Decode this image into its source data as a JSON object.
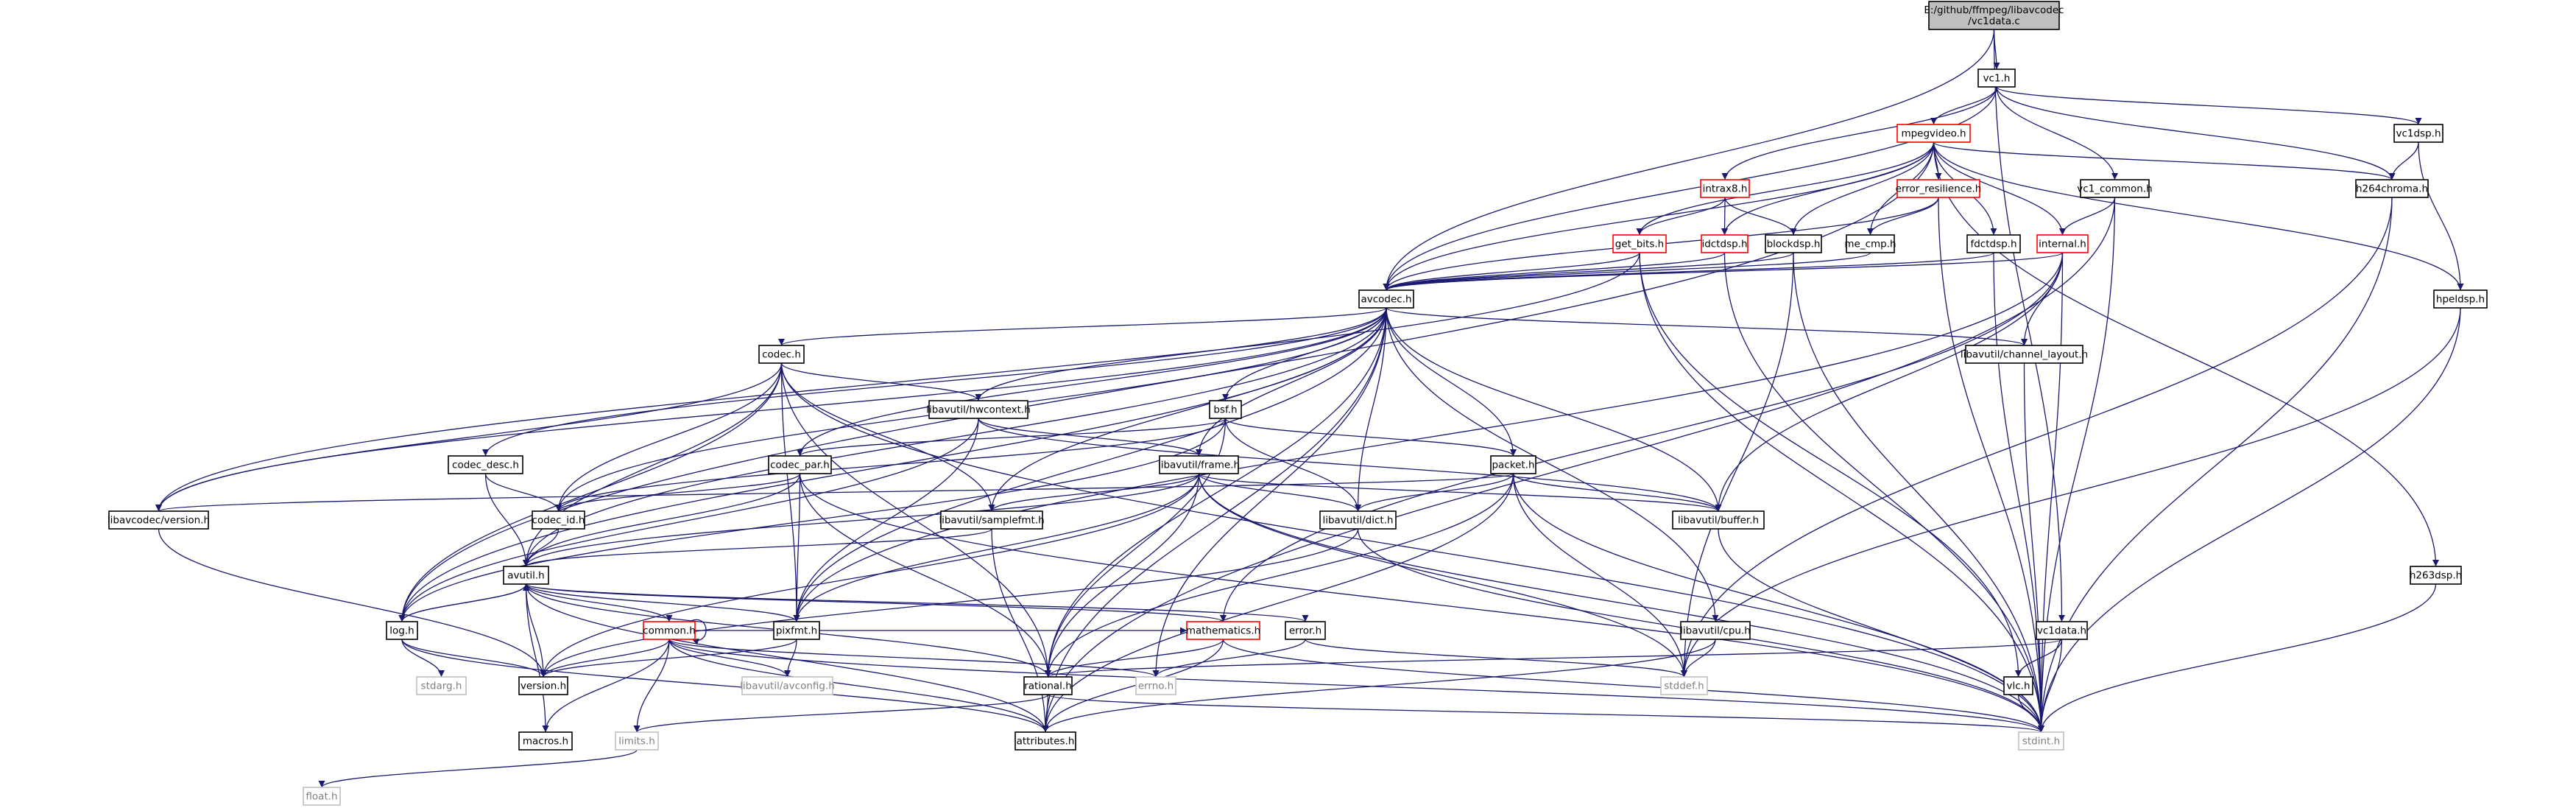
{
  "graph": {
    "root": [
      "E:/github/ffmpeg/libavcodec",
      "/vc1data.c"
    ],
    "nodes": {
      "root": {
        "label": [
          "E:/github/ffmpeg/libavcodec",
          "/vc1data.c"
        ],
        "style": "root"
      },
      "vc1h": {
        "label": [
          "vc1.h"
        ],
        "style": "normal"
      },
      "mpegvideo": {
        "label": [
          "mpegvideo.h"
        ],
        "style": "red"
      },
      "vc1dsp": {
        "label": [
          "vc1dsp.h"
        ],
        "style": "normal"
      },
      "intrax8": {
        "label": [
          "intrax8.h"
        ],
        "style": "red"
      },
      "errres": {
        "label": [
          "error_resilience.h"
        ],
        "style": "red"
      },
      "vc1common": {
        "label": [
          "vc1_common.h"
        ],
        "style": "normal"
      },
      "h264chroma": {
        "label": [
          "h264chroma.h"
        ],
        "style": "normal"
      },
      "getbits": {
        "label": [
          "get_bits.h"
        ],
        "style": "red"
      },
      "idctdsp": {
        "label": [
          "idctdsp.h"
        ],
        "style": "red"
      },
      "blockdsp": {
        "label": [
          "blockdsp.h"
        ],
        "style": "normal"
      },
      "mecmp": {
        "label": [
          "me_cmp.h"
        ],
        "style": "normal"
      },
      "fdctdsp": {
        "label": [
          "fdctdsp.h"
        ],
        "style": "normal"
      },
      "internal": {
        "label": [
          "internal.h"
        ],
        "style": "red"
      },
      "hpeldsp": {
        "label": [
          "hpeldsp.h"
        ],
        "style": "normal"
      },
      "avcodec": {
        "label": [
          "avcodec.h"
        ],
        "style": "normal"
      },
      "codec": {
        "label": [
          "codec.h"
        ],
        "style": "normal"
      },
      "chlayout": {
        "label": [
          "libavutil/channel_layout.h"
        ],
        "style": "normal"
      },
      "hwcontext": {
        "label": [
          "libavutil/hwcontext.h"
        ],
        "style": "normal"
      },
      "bsf": {
        "label": [
          "bsf.h"
        ],
        "style": "normal"
      },
      "codecdesc": {
        "label": [
          "codec_desc.h"
        ],
        "style": "normal"
      },
      "codecpar": {
        "label": [
          "codec_par.h"
        ],
        "style": "normal"
      },
      "frame": {
        "label": [
          "libavutil/frame.h"
        ],
        "style": "normal"
      },
      "packet": {
        "label": [
          "packet.h"
        ],
        "style": "normal"
      },
      "version_lav": {
        "label": [
          "libavcodec/version.h"
        ],
        "style": "normal"
      },
      "codecid": {
        "label": [
          "codec_id.h"
        ],
        "style": "normal"
      },
      "samplefmt": {
        "label": [
          "libavutil/samplefmt.h"
        ],
        "style": "normal"
      },
      "dict": {
        "label": [
          "libavutil/dict.h"
        ],
        "style": "normal"
      },
      "buffer": {
        "label": [
          "libavutil/buffer.h"
        ],
        "style": "normal"
      },
      "avutil": {
        "label": [
          "avutil.h"
        ],
        "style": "normal"
      },
      "h263dsp": {
        "label": [
          "h263dsp.h"
        ],
        "style": "normal"
      },
      "log": {
        "label": [
          "log.h"
        ],
        "style": "normal"
      },
      "common": {
        "label": [
          "common.h"
        ],
        "style": "red"
      },
      "pixfmt": {
        "label": [
          "pixfmt.h"
        ],
        "style": "normal"
      },
      "mathematics": {
        "label": [
          "mathematics.h"
        ],
        "style": "red"
      },
      "error": {
        "label": [
          "error.h"
        ],
        "style": "normal"
      },
      "cpu": {
        "label": [
          "libavutil/cpu.h"
        ],
        "style": "normal"
      },
      "vc1datah": {
        "label": [
          "vc1data.h"
        ],
        "style": "normal"
      },
      "stdarg": {
        "label": [
          "stdarg.h"
        ],
        "style": "gray"
      },
      "version": {
        "label": [
          "version.h"
        ],
        "style": "normal"
      },
      "avconfig": {
        "label": [
          "libavutil/avconfig.h"
        ],
        "style": "gray"
      },
      "rational": {
        "label": [
          "rational.h"
        ],
        "style": "normal"
      },
      "errno": {
        "label": [
          "errno.h"
        ],
        "style": "gray"
      },
      "stddef": {
        "label": [
          "stddef.h"
        ],
        "style": "gray"
      },
      "vlc": {
        "label": [
          "vlc.h"
        ],
        "style": "normal"
      },
      "macros": {
        "label": [
          "macros.h"
        ],
        "style": "normal"
      },
      "limits": {
        "label": [
          "limits.h"
        ],
        "style": "gray"
      },
      "attributes": {
        "label": [
          "attributes.h"
        ],
        "style": "normal"
      },
      "stdint": {
        "label": [
          "stdint.h"
        ],
        "style": "gray"
      },
      "float": {
        "label": [
          "float.h"
        ],
        "style": "gray"
      }
    },
    "edges": [
      [
        "root",
        "vc1h"
      ],
      [
        "root",
        "avcodec"
      ],
      [
        "root",
        "vc1datah"
      ],
      [
        "vc1h",
        "mpegvideo"
      ],
      [
        "vc1h",
        "vc1dsp"
      ],
      [
        "vc1h",
        "intrax8"
      ],
      [
        "vc1h",
        "vc1common"
      ],
      [
        "vc1h",
        "avcodec"
      ],
      [
        "vc1h",
        "h264chroma"
      ],
      [
        "mpegvideo",
        "errres"
      ],
      [
        "mpegvideo",
        "getbits"
      ],
      [
        "mpegvideo",
        "idctdsp"
      ],
      [
        "mpegvideo",
        "blockdsp"
      ],
      [
        "mpegvideo",
        "mecmp"
      ],
      [
        "mpegvideo",
        "fdctdsp"
      ],
      [
        "mpegvideo",
        "internal"
      ],
      [
        "mpegvideo",
        "hpeldsp"
      ],
      [
        "mpegvideo",
        "avcodec"
      ],
      [
        "mpegvideo",
        "h264chroma"
      ],
      [
        "mpegvideo",
        "h263dsp"
      ],
      [
        "mpegvideo",
        "log"
      ],
      [
        "intrax8",
        "getbits"
      ],
      [
        "intrax8",
        "idctdsp"
      ],
      [
        "intrax8",
        "blockdsp"
      ],
      [
        "errres",
        "mecmp"
      ],
      [
        "errres",
        "avcodec"
      ],
      [
        "errres",
        "stdint"
      ],
      [
        "vc1dsp",
        "h264chroma"
      ],
      [
        "vc1dsp",
        "hpeldsp"
      ],
      [
        "vc1common",
        "internal"
      ],
      [
        "vc1common",
        "stdint"
      ],
      [
        "vc1common",
        "attributes"
      ],
      [
        "h264chroma",
        "stddef"
      ],
      [
        "h264chroma",
        "stdint"
      ],
      [
        "getbits",
        "avcodec"
      ],
      [
        "getbits",
        "vlc"
      ],
      [
        "getbits",
        "stdint"
      ],
      [
        "getbits",
        "version_lav"
      ],
      [
        "idctdsp",
        "avcodec"
      ],
      [
        "idctdsp",
        "stdint"
      ],
      [
        "blockdsp",
        "avcodec"
      ],
      [
        "blockdsp",
        "stddef"
      ],
      [
        "blockdsp",
        "stdint"
      ],
      [
        "mecmp",
        "avcodec"
      ],
      [
        "fdctdsp",
        "avcodec"
      ],
      [
        "fdctdsp",
        "stdint"
      ],
      [
        "internal",
        "avcodec"
      ],
      [
        "internal",
        "chlayout"
      ],
      [
        "internal",
        "buffer"
      ],
      [
        "internal",
        "pixfmt"
      ],
      [
        "internal",
        "mathematics"
      ],
      [
        "internal",
        "stdint"
      ],
      [
        "hpeldsp",
        "stddef"
      ],
      [
        "hpeldsp",
        "stdint"
      ],
      [
        "h263dsp",
        "stdint"
      ],
      [
        "avcodec",
        "codec"
      ],
      [
        "avcodec",
        "chlayout"
      ],
      [
        "avcodec",
        "hwcontext"
      ],
      [
        "avcodec",
        "bsf"
      ],
      [
        "avcodec",
        "codecdesc"
      ],
      [
        "avcodec",
        "codecpar"
      ],
      [
        "avcodec",
        "frame"
      ],
      [
        "avcodec",
        "packet"
      ],
      [
        "avcodec",
        "version_lav"
      ],
      [
        "avcodec",
        "codecid"
      ],
      [
        "avcodec",
        "samplefmt"
      ],
      [
        "avcodec",
        "dict"
      ],
      [
        "avcodec",
        "buffer"
      ],
      [
        "avcodec",
        "avutil"
      ],
      [
        "avcodec",
        "log"
      ],
      [
        "avcodec",
        "pixfmt"
      ],
      [
        "avcodec",
        "rational"
      ],
      [
        "avcodec",
        "attributes"
      ],
      [
        "avcodec",
        "cpu"
      ],
      [
        "avcodec",
        "errno"
      ],
      [
        "codec",
        "hwcontext"
      ],
      [
        "codec",
        "codecid"
      ],
      [
        "codec",
        "samplefmt"
      ],
      [
        "codec",
        "avutil"
      ],
      [
        "codec",
        "log"
      ],
      [
        "codec",
        "pixfmt"
      ],
      [
        "codec",
        "rational"
      ],
      [
        "codec",
        "version_lav"
      ],
      [
        "codec",
        "stdint"
      ],
      [
        "chlayout",
        "stdint"
      ],
      [
        "hwcontext",
        "buffer"
      ],
      [
        "hwcontext",
        "frame"
      ],
      [
        "hwcontext",
        "log"
      ],
      [
        "hwcontext",
        "pixfmt"
      ],
      [
        "bsf",
        "codecpar"
      ],
      [
        "bsf",
        "packet"
      ],
      [
        "bsf",
        "codecid"
      ],
      [
        "bsf",
        "dict"
      ],
      [
        "bsf",
        "log"
      ],
      [
        "bsf",
        "rational"
      ],
      [
        "codecdesc",
        "codecid"
      ],
      [
        "codecdesc",
        "avutil"
      ],
      [
        "codecpar",
        "codecid"
      ],
      [
        "codecpar",
        "avutil"
      ],
      [
        "codecpar",
        "pixfmt"
      ],
      [
        "codecpar",
        "rational"
      ],
      [
        "codecpar",
        "stdint"
      ],
      [
        "frame",
        "buffer"
      ],
      [
        "frame",
        "dict"
      ],
      [
        "frame",
        "samplefmt"
      ],
      [
        "frame",
        "avutil"
      ],
      [
        "frame",
        "pixfmt"
      ],
      [
        "frame",
        "rational"
      ],
      [
        "frame",
        "version"
      ],
      [
        "frame",
        "stddef"
      ],
      [
        "frame",
        "stdint"
      ],
      [
        "packet",
        "buffer"
      ],
      [
        "packet",
        "dict"
      ],
      [
        "packet",
        "rational"
      ],
      [
        "packet",
        "attributes"
      ],
      [
        "packet",
        "version_lav"
      ],
      [
        "packet",
        "stddef"
      ],
      [
        "packet",
        "stdint"
      ],
      [
        "version_lav",
        "version"
      ],
      [
        "codecid",
        "avutil"
      ],
      [
        "samplefmt",
        "avutil"
      ],
      [
        "samplefmt",
        "attributes"
      ],
      [
        "dict",
        "stdint"
      ],
      [
        "dict",
        "version"
      ],
      [
        "buffer",
        "stdint"
      ],
      [
        "avutil",
        "common"
      ],
      [
        "avutil",
        "error"
      ],
      [
        "avutil",
        "version"
      ],
      [
        "avutil",
        "mathematics"
      ],
      [
        "avutil",
        "rational"
      ],
      [
        "avutil",
        "log"
      ],
      [
        "avutil",
        "pixfmt"
      ],
      [
        "avutil",
        "macros"
      ],
      [
        "avutil",
        "attributes"
      ],
      [
        "log",
        "avutil"
      ],
      [
        "log",
        "stdarg"
      ],
      [
        "log",
        "version"
      ],
      [
        "log",
        "attributes"
      ],
      [
        "common",
        "common"
      ],
      [
        "common",
        "version"
      ],
      [
        "common",
        "avconfig"
      ],
      [
        "common",
        "attributes"
      ],
      [
        "common",
        "macros"
      ],
      [
        "common",
        "limits"
      ],
      [
        "common",
        "stdint"
      ],
      [
        "common",
        "mathematics"
      ],
      [
        "common",
        "errno"
      ],
      [
        "pixfmt",
        "avconfig"
      ],
      [
        "pixfmt",
        "version"
      ],
      [
        "mathematics",
        "rational"
      ],
      [
        "mathematics",
        "attributes"
      ],
      [
        "mathematics",
        "stdint"
      ],
      [
        "error",
        "errno"
      ],
      [
        "error",
        "stddef"
      ],
      [
        "cpu",
        "stddef"
      ],
      [
        "cpu",
        "attributes"
      ],
      [
        "vc1datah",
        "vlc"
      ],
      [
        "vc1datah",
        "rational"
      ],
      [
        "vc1datah",
        "stdint"
      ],
      [
        "rational",
        "limits"
      ],
      [
        "rational",
        "attributes"
      ],
      [
        "rational",
        "stdint"
      ],
      [
        "vlc",
        "stdint"
      ],
      [
        "limits",
        "float"
      ]
    ]
  }
}
